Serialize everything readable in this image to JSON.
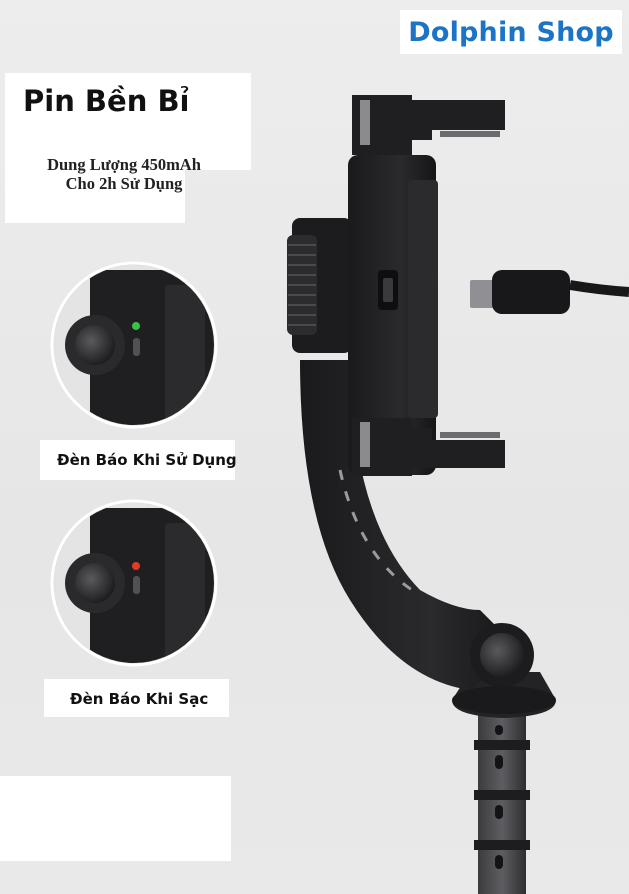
{
  "brand": {
    "logo_text": "Dolphin Shop"
  },
  "title": "Pin Bền Bỉ",
  "battery": {
    "line1": "Dung Lượng 450mAh",
    "line2": "Cho 2h Sử Dụng"
  },
  "indicators": [
    {
      "caption": "Đèn Báo Khi Sử Dụng",
      "led_color": "#36c24a"
    },
    {
      "caption": "Đèn Báo Khi Sạc",
      "led_color": "#e23a2a"
    }
  ],
  "colors": {
    "brand_blue": "#1b74c5",
    "device": "#1f1f22"
  }
}
